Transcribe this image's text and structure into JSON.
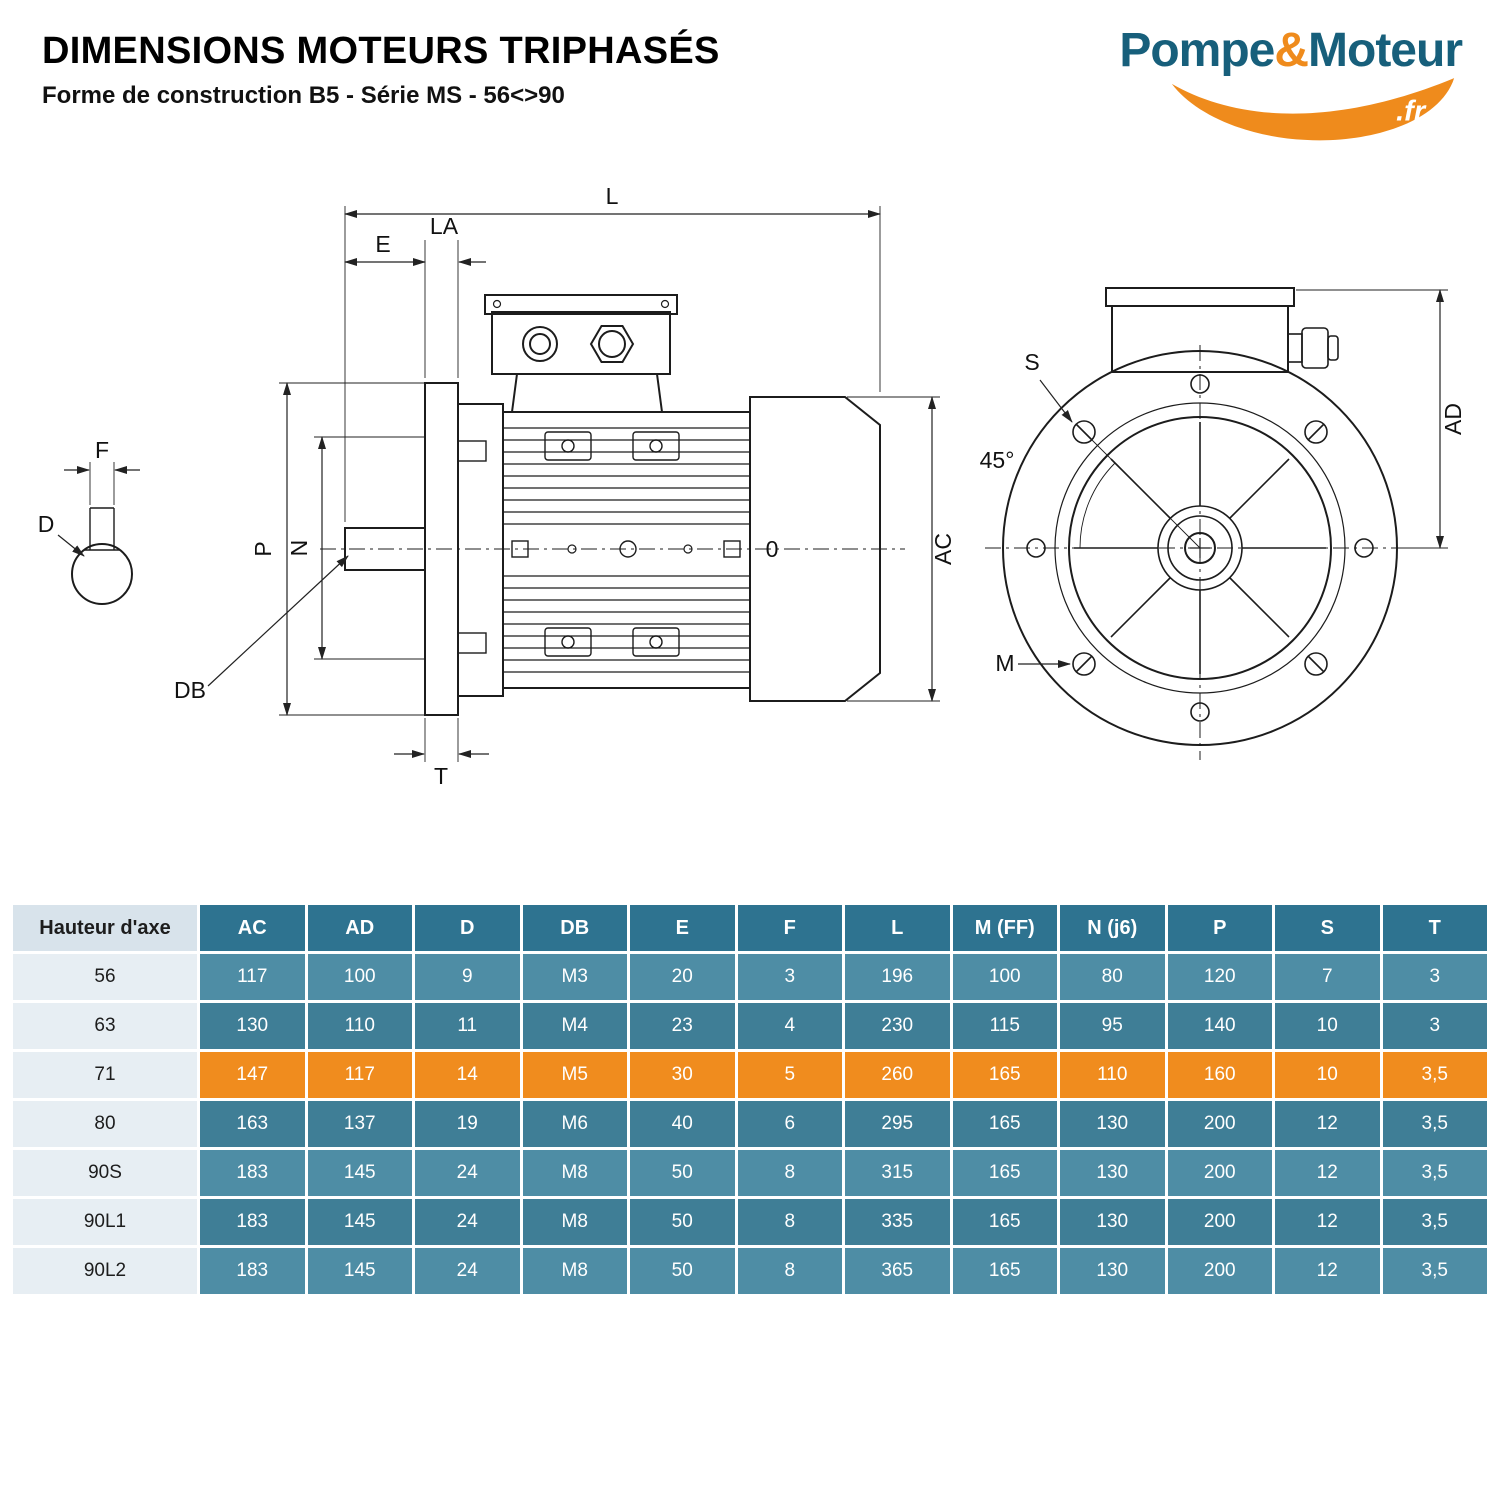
{
  "page": {
    "title": "DIMENSIONS MOTEURS TRIPHASÉS",
    "subtitle": "Forme de construction B5 - Série MS - 56<>90"
  },
  "logo": {
    "word1": "Pompe",
    "amp": "&",
    "word2": "Moteur",
    "tld": ".fr"
  },
  "drawing": {
    "labels": {
      "L": "L",
      "E": "E",
      "LA": "LA",
      "P": "P",
      "N": "N",
      "AC": "AC",
      "O": "0",
      "DB": "DB",
      "T": "T",
      "D": "D",
      "F": "F",
      "S": "S",
      "angle": "45°",
      "M": "M",
      "AD": "AD"
    }
  },
  "table": {
    "headers": [
      "Hauteur d'axe",
      "AC",
      "AD",
      "D",
      "DB",
      "E",
      "F",
      "L",
      "M (FF)",
      "N (j6)",
      "P",
      "S",
      "T"
    ],
    "rows": [
      {
        "axis": "56",
        "values": [
          "117",
          "100",
          "9",
          "M3",
          "20",
          "3",
          "196",
          "100",
          "80",
          "120",
          "7",
          "3"
        ],
        "highlight": false
      },
      {
        "axis": "63",
        "values": [
          "130",
          "110",
          "11",
          "M4",
          "23",
          "4",
          "230",
          "115",
          "95",
          "140",
          "10",
          "3"
        ],
        "highlight": false
      },
      {
        "axis": "71",
        "values": [
          "147",
          "117",
          "14",
          "M5",
          "30",
          "5",
          "260",
          "165",
          "110",
          "160",
          "10",
          "3,5"
        ],
        "highlight": true
      },
      {
        "axis": "80",
        "values": [
          "163",
          "137",
          "19",
          "M6",
          "40",
          "6",
          "295",
          "165",
          "130",
          "200",
          "12",
          "3,5"
        ],
        "highlight": false
      },
      {
        "axis": "90S",
        "values": [
          "183",
          "145",
          "24",
          "M8",
          "50",
          "8",
          "315",
          "165",
          "130",
          "200",
          "12",
          "3,5"
        ],
        "highlight": false
      },
      {
        "axis": "90L1",
        "values": [
          "183",
          "145",
          "24",
          "M8",
          "50",
          "8",
          "335",
          "165",
          "130",
          "200",
          "12",
          "3,5"
        ],
        "highlight": false
      },
      {
        "axis": "90L2",
        "values": [
          "183",
          "145",
          "24",
          "M8",
          "50",
          "8",
          "365",
          "165",
          "130",
          "200",
          "12",
          "3,5"
        ],
        "highlight": false
      }
    ]
  },
  "colors": {
    "teal_header": "#2e7390",
    "row_light": "#4e8da5",
    "row_dark": "#3f7e96",
    "highlight_orange": "#f08c1e",
    "axis_light": "#e7eef3",
    "logo_teal": "#175f7b",
    "logo_orange": "#ef8b1c"
  }
}
